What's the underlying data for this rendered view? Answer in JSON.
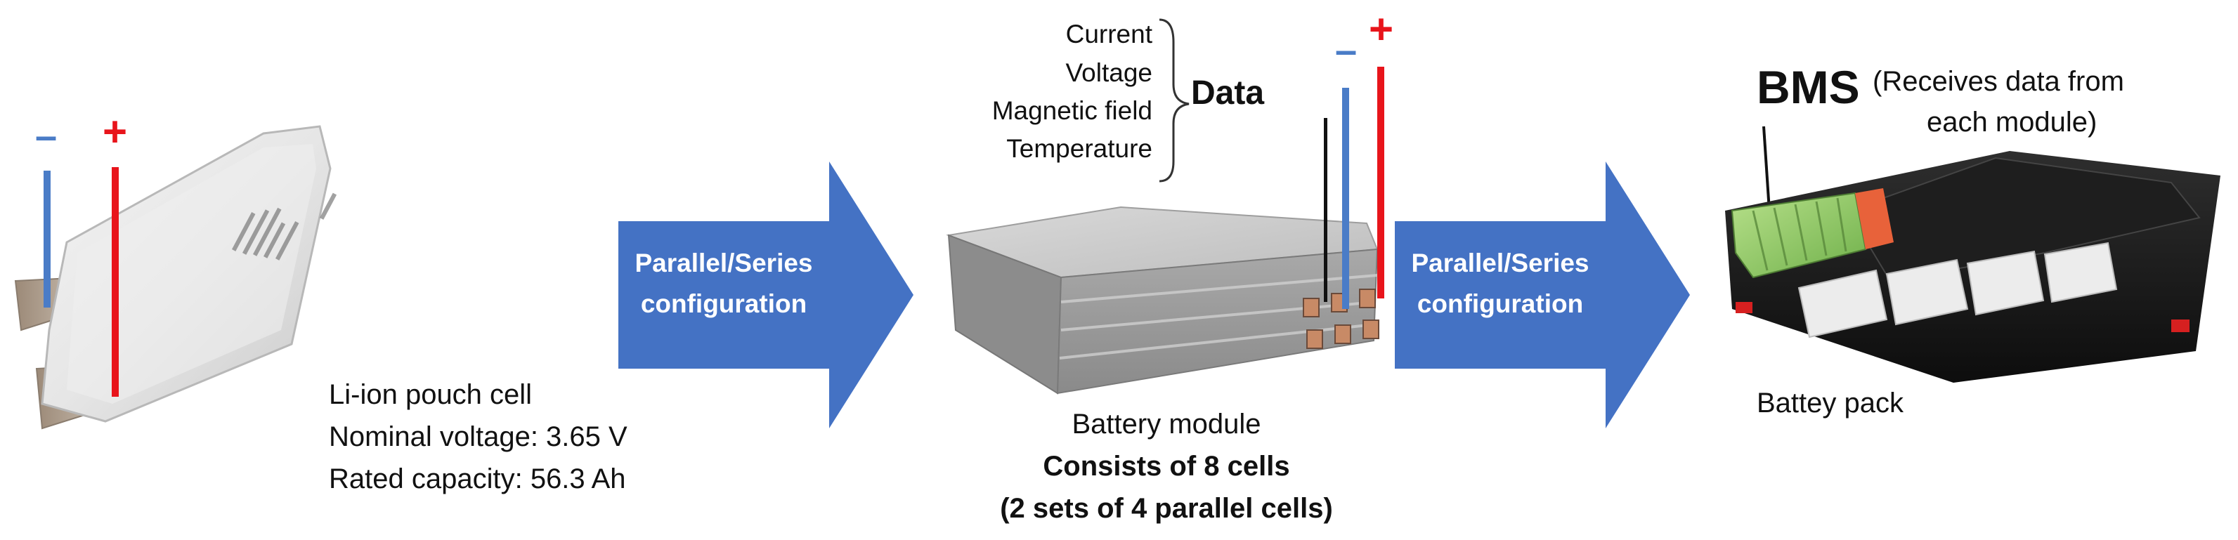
{
  "cell": {
    "label": "Li-ion pouch cell",
    "nominal_voltage": "Nominal voltage: 3.65 V",
    "rated_capacity": "Rated capacity: 56.3 Ah",
    "minus_sign": "–",
    "plus_sign": "+"
  },
  "arrow1": {
    "line1": "Parallel/Series",
    "line2": "configuration"
  },
  "module": {
    "data_items": [
      "Current",
      "Voltage",
      "Magnetic field",
      "Temperature"
    ],
    "data_label": "Data",
    "label": "Battery module",
    "consists": "Consists of 8 cells",
    "sets": "(2 sets of 4 parallel cells)",
    "minus_sign": "–",
    "plus_sign": "+"
  },
  "arrow2": {
    "line1": "Parallel/Series",
    "line2": "configuration"
  },
  "pack": {
    "bms_label": "BMS",
    "bms_note_line1": "(Receives data from",
    "bms_note_line2": "each module)",
    "label": "Battey pack"
  },
  "colors": {
    "arrow_fill": "#4472c4",
    "minus_blue": "#4a7cc7",
    "plus_red": "#e8141b"
  }
}
